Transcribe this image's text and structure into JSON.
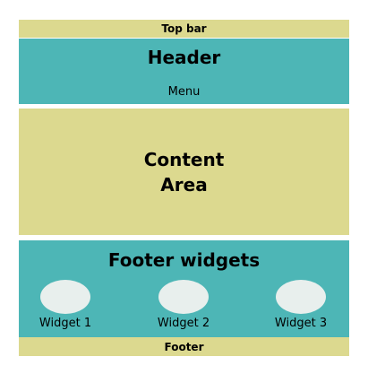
{
  "top_bar": {
    "label": "Top bar"
  },
  "header": {
    "title": "Header",
    "menu": "Menu"
  },
  "content": {
    "title": "Content Area"
  },
  "footer_widgets": {
    "title": "Footer widgets",
    "widgets": [
      {
        "label": "Widget 1"
      },
      {
        "label": "Widget 2"
      },
      {
        "label": "Widget 3"
      }
    ]
  },
  "footer": {
    "label": "Footer"
  },
  "colors": {
    "yellow_block": "#dcd98f",
    "teal_block": "#4db6b6",
    "widget_oval": "#e8efed"
  }
}
